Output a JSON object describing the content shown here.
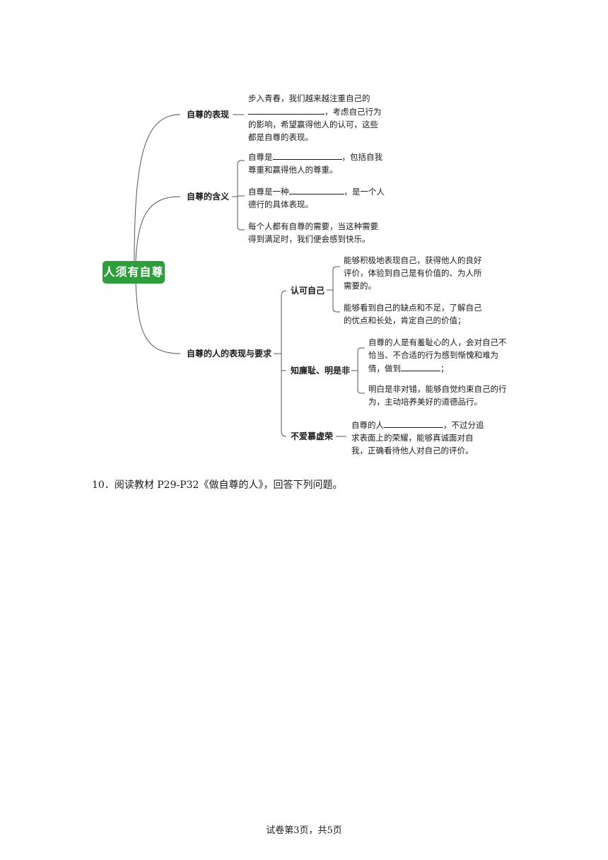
{
  "mindmap": {
    "root": "人须有自尊",
    "branches": [
      {
        "title": "自尊的表现",
        "items": [
          {
            "before": "步入青春，我们越来越注重自己的",
            "after": "，考虑自己行为的影响，希望赢得他人的认可，这些都是自尊的表现。"
          }
        ]
      },
      {
        "title": "自尊的含义",
        "items": [
          {
            "before": "自尊是",
            "after": "，包括自我尊重和赢得他人的尊重。"
          },
          {
            "before": "自尊是一种",
            "after": "，是一个人德行的具体表现。"
          },
          {
            "text": "每个人都有自尊的需要，当这种需要得到满足时，我们便会感到快乐。"
          }
        ]
      },
      {
        "title": "自尊的人的表现与要求",
        "sub": [
          {
            "title": "认可自己",
            "items": [
              {
                "text": "能够积极地表现自己，获得他人的良好评价，体验到自己是有价值的、为人所需要的。"
              },
              {
                "text": "能够看到自己的缺点和不足，了解自己的优点和长处，肯定自己的价值；"
              }
            ]
          },
          {
            "title": "知廉耻、明是非",
            "items": [
              {
                "before": "自尊的人是有羞耻心的人，会对自己不恰当、不合适的行为感到惭愧和难为情，做到",
                "after": "；"
              },
              {
                "text": "明白是非对错，能够自觉约束自己的行为，主动培养美好的道德品行。"
              }
            ]
          },
          {
            "title": "不爱慕虚荣",
            "items": [
              {
                "before": "自尊的人",
                "after": "，不过分追求表面上的荣耀，能够真诚面对自我，正确看待他人对自己的评价。"
              }
            ]
          }
        ]
      }
    ]
  },
  "question": "10．阅读教材 P29-P32《做自尊的人》，回答下列问题。",
  "footer": "试卷第3页，共5页",
  "colors": {
    "root_bg": "#2e9e3c",
    "line": "#555555"
  }
}
